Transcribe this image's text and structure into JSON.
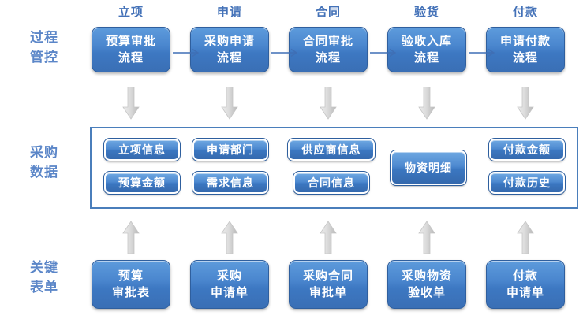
{
  "diagram": {
    "rows": [
      {
        "id": "process",
        "label": "过程\n管控"
      },
      {
        "id": "data",
        "label": "采购\n数据"
      },
      {
        "id": "forms",
        "label": "关键\n表单"
      }
    ],
    "stages": [
      {
        "caption": "立项",
        "process": "预算审批\n流程",
        "form": "预算\n审批表"
      },
      {
        "caption": "申请",
        "process": "采购申请\n流程",
        "form": "采购\n申请单"
      },
      {
        "caption": "合同",
        "process": "合同审批\n流程",
        "form": "采购合同\n审批单"
      },
      {
        "caption": "验货",
        "process": "验收入库\n流程",
        "form": "采购物资\n验收单"
      },
      {
        "caption": "付款",
        "process": "申请付款\n流程",
        "form": "付款\n申请单"
      }
    ],
    "data_pills": [
      {
        "label": "立项信息",
        "col": 0,
        "row": "top"
      },
      {
        "label": "预算金额",
        "col": 0,
        "row": "bottom"
      },
      {
        "label": "申请部门",
        "col": 1,
        "row": "top"
      },
      {
        "label": "需求信息",
        "col": 1,
        "row": "bottom"
      },
      {
        "label": "供应商信息",
        "col": 2,
        "row": "top"
      },
      {
        "label": "合同信息",
        "col": 2,
        "row": "bottom"
      },
      {
        "label": "物资明细",
        "col": 3,
        "row": "center"
      },
      {
        "label": "付款金额",
        "col": 4,
        "row": "top"
      },
      {
        "label": "付款历史",
        "col": 4,
        "row": "bottom"
      }
    ],
    "icons": {
      "down_arrow": "arrow-down-icon",
      "up_arrow": "arrow-up-icon",
      "flow_arrow": "arrow-right-icon"
    },
    "colors": {
      "box_blue": "#4a86ce",
      "box_border": "#2f5f9e",
      "container_border": "#4a7ebb",
      "row_label": "#5b86c8",
      "caption": "#4472b8",
      "grey_arrow": "#d2d2d2",
      "connector": "#3f6fb5",
      "background": "#ffffff"
    }
  }
}
